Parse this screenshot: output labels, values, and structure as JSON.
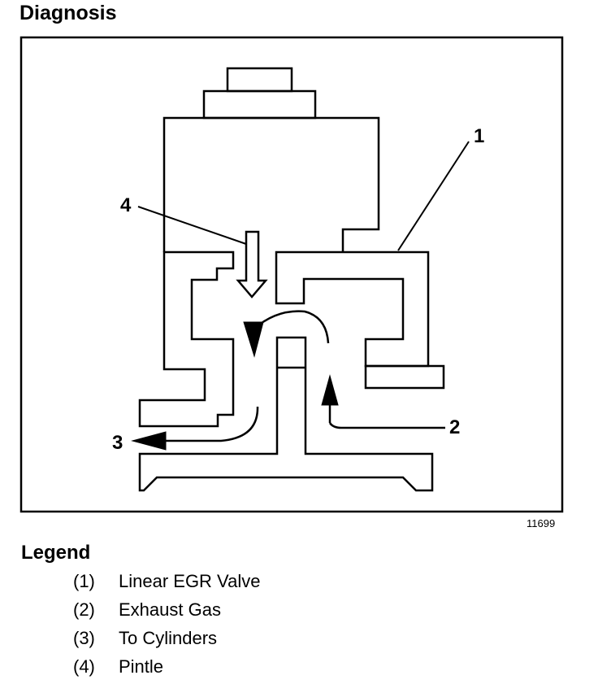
{
  "title": "Diagnosis",
  "figure": {
    "code": "11699",
    "callouts": [
      {
        "id": "1",
        "label": "1"
      },
      {
        "id": "2",
        "label": "2"
      },
      {
        "id": "3",
        "label": "3"
      },
      {
        "id": "4",
        "label": "4"
      }
    ]
  },
  "legend": {
    "title": "Legend",
    "items": [
      {
        "num": "(1)",
        "text": "Linear EGR Valve"
      },
      {
        "num": "(2)",
        "text": "Exhaust Gas"
      },
      {
        "num": "(3)",
        "text": "To Cylinders"
      },
      {
        "num": "(4)",
        "text": "Pintle"
      }
    ]
  },
  "colors": {
    "line": "#000000",
    "background": "#ffffff"
  }
}
